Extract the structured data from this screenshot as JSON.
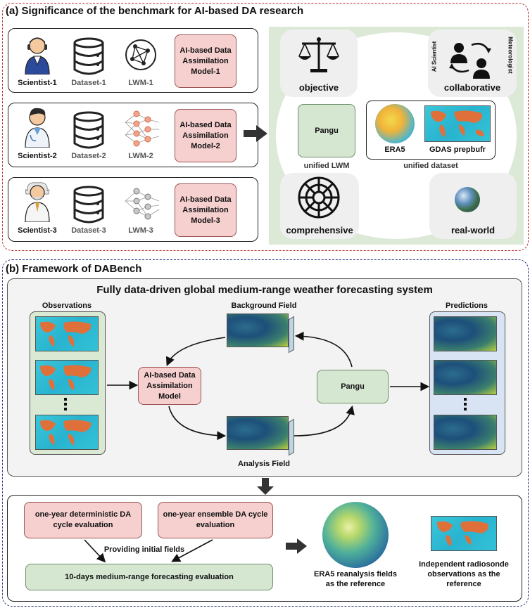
{
  "panel_a": {
    "title": "(a) Significance of the benchmark for AI-based DA research",
    "rows": [
      {
        "scientist": "Scientist-1",
        "dataset": "Dataset-1",
        "lwm": "LWM-1",
        "model": [
          "AI-based Data",
          "Assimilation",
          "Model-1"
        ]
      },
      {
        "scientist": "Scientist-2",
        "dataset": "Dataset-2",
        "lwm": "LWM-2",
        "model": [
          "AI-based Data",
          "Assimilation",
          "Model-2"
        ]
      },
      {
        "scientist": "Scientist-3",
        "dataset": "Dataset-3",
        "lwm": "LWM-3",
        "model": [
          "AI-based Data",
          "Assimilation",
          "Model-3"
        ]
      }
    ],
    "right": {
      "objective": "objective",
      "collaborative": "collaborative",
      "ai_scientist": "AI Scientist",
      "meteorologist": "Meteorologist",
      "pangu": "Pangu",
      "unified_lwm": "unified LWM",
      "era5": "ERA5",
      "gdas": "GDAS prepbufr",
      "unified_dataset": "unified dataset",
      "comprehensive": "comprehensive",
      "real_world": "real-world"
    }
  },
  "panel_b": {
    "title": "(b) Framework of DABench",
    "system_title": "Fully data-driven global medium-range weather forecasting system",
    "observations": "Observations",
    "background": "Background Field",
    "analysis": "Analysis Field",
    "predictions": "Predictions",
    "da_model": [
      "AI-based Data",
      "Assimilation",
      "Model"
    ],
    "pangu": "Pangu",
    "det_eval": [
      "one-year deterministic DA",
      "cycle evaluation"
    ],
    "ens_eval": [
      "one-year ensemble DA cycle",
      "evaluation"
    ],
    "providing": "Providing initial fields",
    "forecast_eval": "10-days medium-range forecasting evaluation",
    "era5_ref": [
      "ERA5 reanalysis fields",
      "as the reference"
    ],
    "radiosonde_ref": [
      "Independent radiosonde",
      "observations as the",
      "reference"
    ]
  },
  "colors": {
    "panel_a_border": "#b5322e",
    "panel_b_border": "#2d3680",
    "pink": "#f6cfcf",
    "green": "#d5e6d1",
    "light_green": "#dce9d6",
    "light_blue": "#d6e3f3"
  }
}
